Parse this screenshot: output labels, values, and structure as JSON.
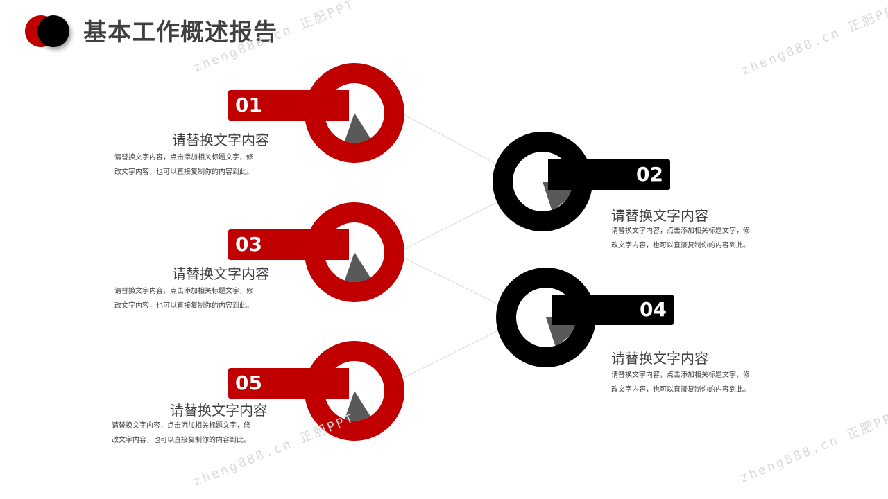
{
  "header": {
    "title": "基本工作概述报告"
  },
  "colors": {
    "accent": "#c00000",
    "dark": "#000000",
    "wedge": "#595959",
    "text": "#404040"
  },
  "items": [
    {
      "num": "01",
      "heading": "请替换文字内容",
      "line1": "请替换文字内容，点击添加相关标题文字，修",
      "line2": "改文字内容，也可以直接复制你的内容到此。"
    },
    {
      "num": "02",
      "heading": "请替换文字内容",
      "line1": "请替换文字内容，点击添加相关标题文字，修",
      "line2": "改文字内容，也可以直接复制你的内容到此。"
    },
    {
      "num": "03",
      "heading": "请替换文字内容",
      "line1": "请替换文字内容，点击添加相关标题文字，修",
      "line2": "改文字内容，也可以直接复制你的内容到此。"
    },
    {
      "num": "04",
      "heading": "请替换文字内容",
      "line1": "请替换文字内容，点击添加相关标题文字，修",
      "line2": "改文字内容，也可以直接复制你的内容到此。"
    },
    {
      "num": "05",
      "heading": "请替换文字内容",
      "line1": "请替换文字内容，点击添加相关标题文字，修",
      "line2": "改文字内容，也可以直接复制你的内容到此。"
    }
  ],
  "watermark": {
    "text": "zheng888.cn 正肥PPT"
  }
}
